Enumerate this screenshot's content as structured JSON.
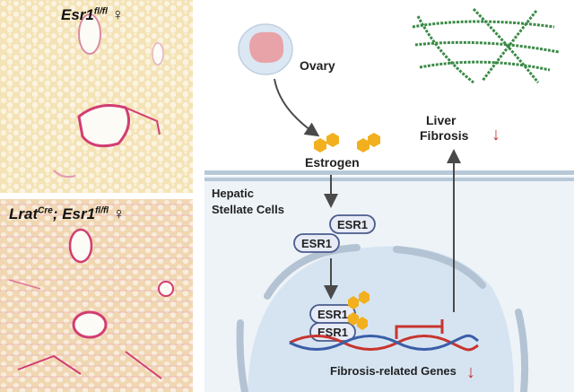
{
  "panels": {
    "top": {
      "gene": "Esr1",
      "superscript": "fl/fl",
      "symbol": "♀"
    },
    "bottom": {
      "gene1": "Lrat",
      "superscript1": "Cre",
      "separator": ";",
      "gene2": "Esr1",
      "superscript2": "fl/fl",
      "symbol": "♀"
    }
  },
  "diagram": {
    "ovary_label": "Ovary",
    "estrogen_label": "Estrogen",
    "cell_label_line1": "Hepatic",
    "cell_label_line2": "Stellate Cells",
    "receptor_label": "ESR1",
    "fibrosis_line1": "Liver",
    "fibrosis_line2": "Fibrosis",
    "genes_label": "Fibrosis-related Genes",
    "down_arrow": "↓"
  },
  "colors": {
    "tissue_bg": "#f2dfae",
    "stain": "#d23d73",
    "membrane": "#b7c9d9",
    "receptor": "#4a5c8c",
    "estrogen": "#f2b01e",
    "arrow_red": "#c8352e",
    "fiber": "#3b8a47"
  }
}
